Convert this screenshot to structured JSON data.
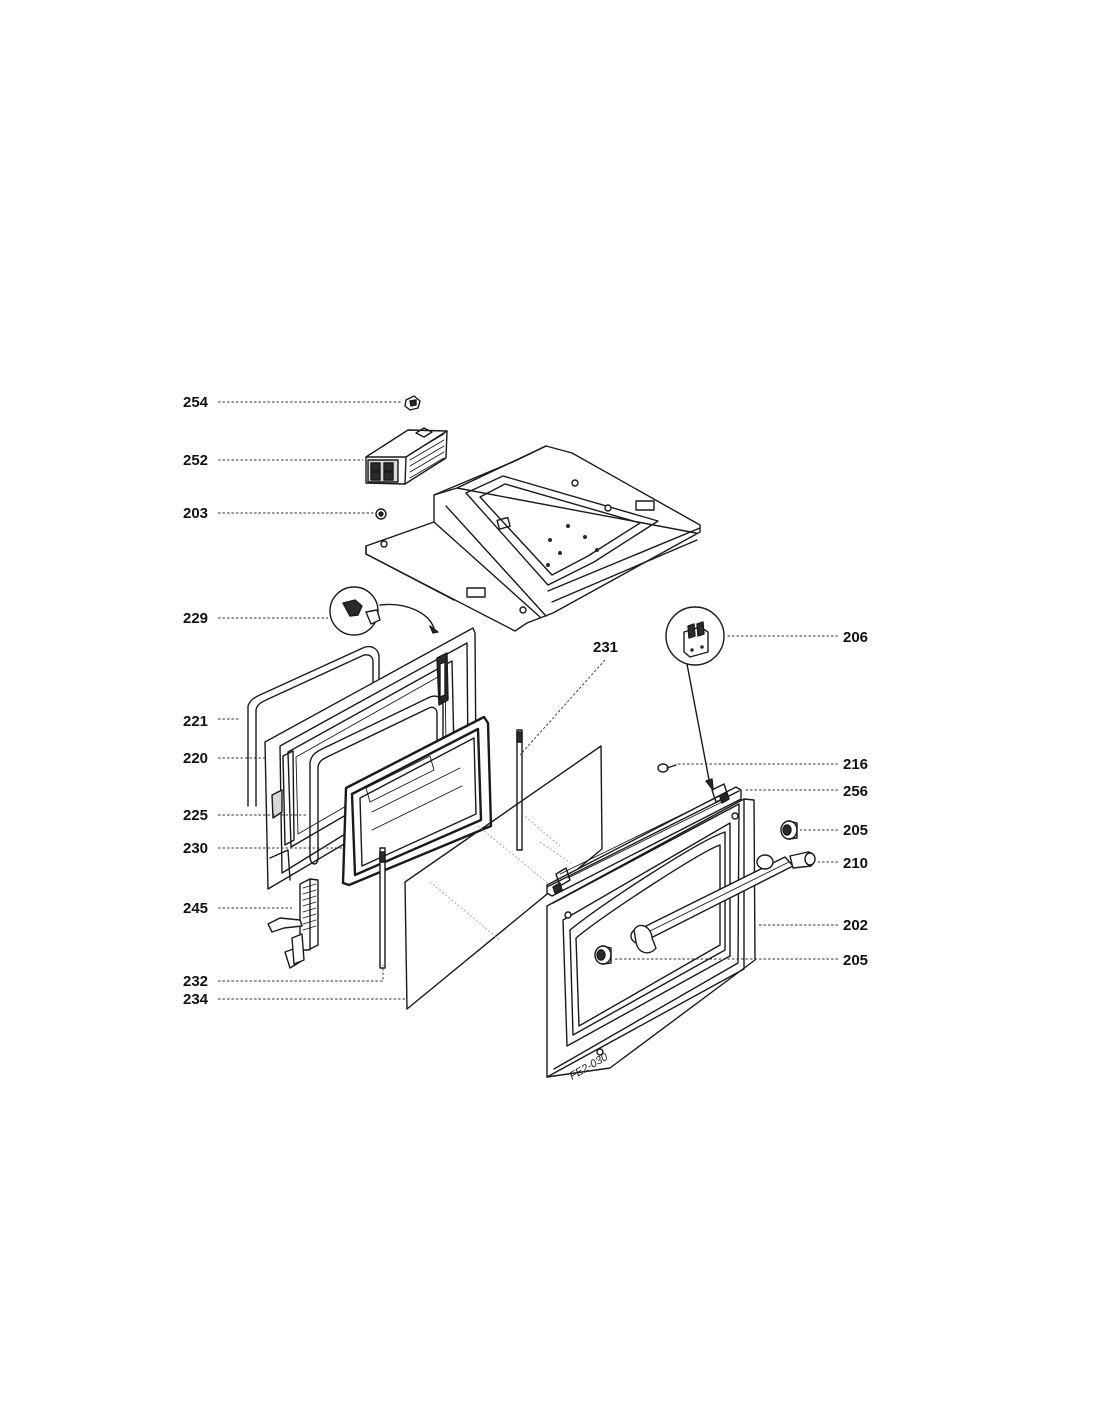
{
  "diagram": {
    "drawing_code": "FE2-030",
    "part_labels": {
      "p254": "254",
      "p252": "252",
      "p203": "203",
      "p229": "229",
      "p221": "221",
      "p220": "220",
      "p225": "225",
      "p230": "230",
      "p245": "245",
      "p232": "232",
      "p234": "234",
      "p231": "231",
      "p206": "206",
      "p216": "216",
      "p256": "256",
      "p205a": "205",
      "p210": "210",
      "p202": "202",
      "p205b": "205"
    }
  }
}
